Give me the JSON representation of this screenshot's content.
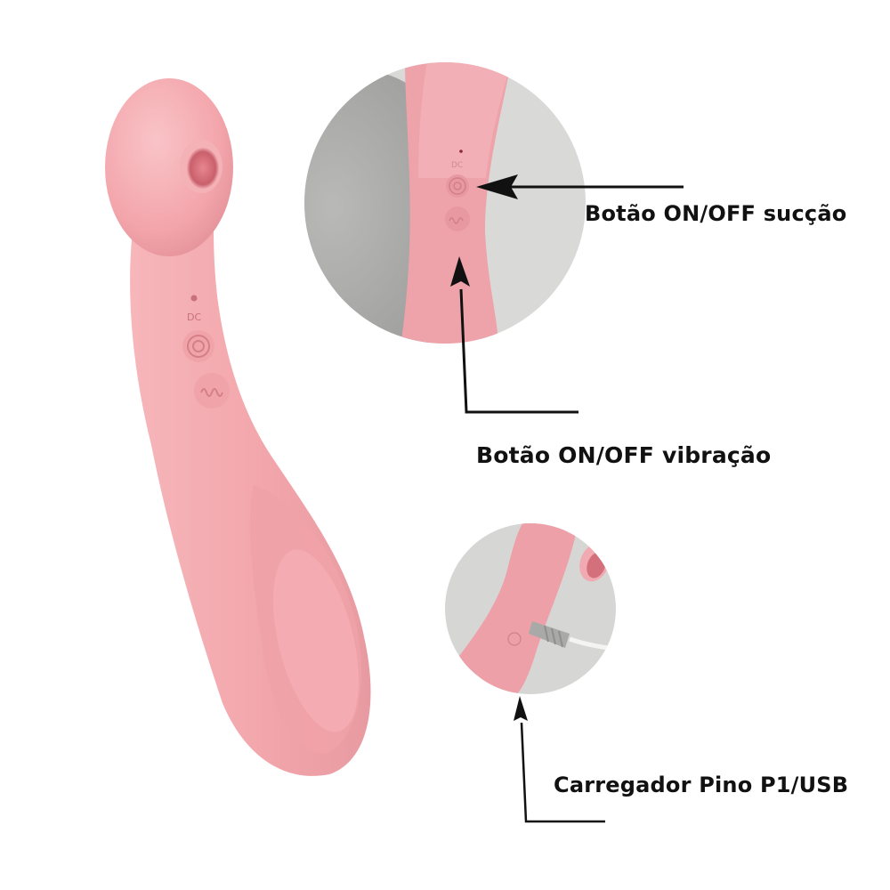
{
  "colors": {
    "background": "#ffffff",
    "product_pink": "#f3a9ae",
    "product_pink_light": "#f7bcc0",
    "product_pink_shadow": "#e28f97",
    "photo_gray": "#c9c9c7",
    "photo_gray_light": "#dedfdc",
    "arrow": "#111111",
    "label_text": "#111111"
  },
  "product": {
    "name": "pink suction and vibration massager",
    "buttons": [
      {
        "id": "suction",
        "icon": "concentric-circles-icon"
      },
      {
        "id": "vibration",
        "icon": "wave-icon"
      }
    ],
    "indicators": [
      "led-dot",
      "dc-port-mark"
    ]
  },
  "callouts": [
    {
      "id": "suction_button",
      "label": "Botão ON/OFF sucção",
      "detail_photo": "close-up of button panel"
    },
    {
      "id": "vibration_button",
      "label": "Botão ON/OFF vibração",
      "detail_photo": "close-up of button panel"
    },
    {
      "id": "charger",
      "label": "Carregador Pino P1/USB",
      "detail_photo": "close-up of charging cable plugged in"
    }
  ]
}
